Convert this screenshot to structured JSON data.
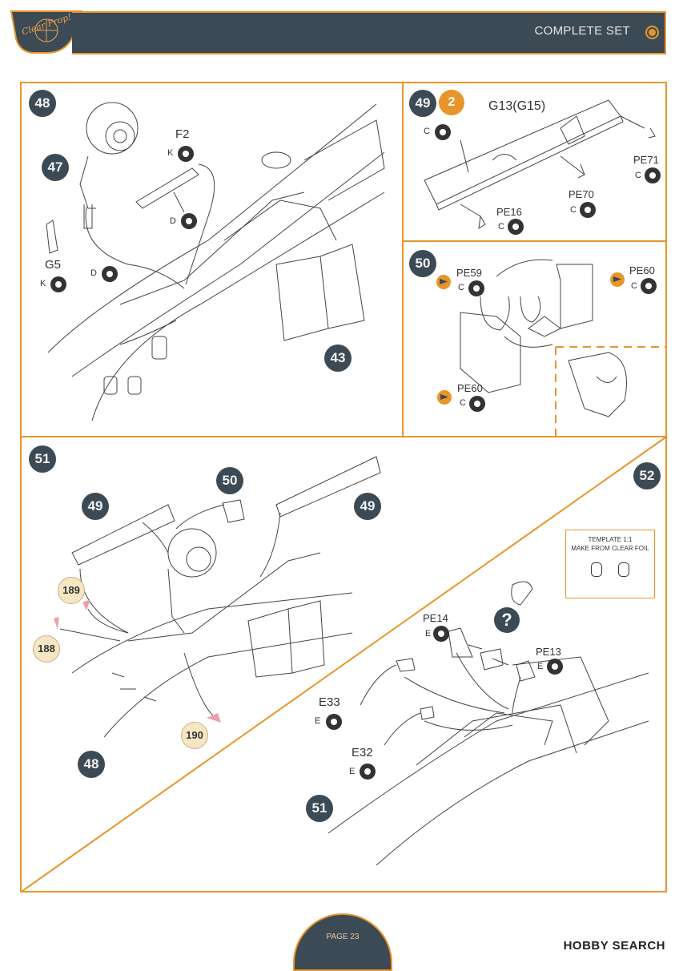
{
  "header": {
    "title": "COMPLETE SET",
    "logo": "Clear Prop!"
  },
  "steps": {
    "s48": "48",
    "s47": "47",
    "s43": "43",
    "s49": "49",
    "s50": "50",
    "s51": "51",
    "s52": "52",
    "p51_ref50": "50",
    "p51_ref49a": "49",
    "p51_ref49b": "49",
    "p51_ref48": "48",
    "p52_ref51": "51"
  },
  "panel48": {
    "f2": "F2",
    "f2_sprue": "K",
    "d_sprue": "D",
    "d2_sprue": "D",
    "g5": "G5",
    "g5_sprue": "K"
  },
  "panel49": {
    "badge": "2",
    "g13": "G13(G15)",
    "c_left": "C",
    "pe71": "PE71",
    "pe71_sprue": "C",
    "pe70": "PE70",
    "pe70_sprue": "C",
    "pe16": "PE16",
    "pe16_sprue": "C"
  },
  "panel50": {
    "pe59": "PE59",
    "pe59_sprue": "C",
    "pe60a": "PE60",
    "pe60a_sprue": "C",
    "pe60b": "PE60",
    "pe60b_sprue": "C"
  },
  "panel51": {
    "decal189": "189",
    "decal188": "188",
    "decal190": "190"
  },
  "panel52": {
    "template_line1": "TEMPLATE 1:1",
    "template_line2": "MAKE FROM CLEAR FOIL",
    "question": "?",
    "pe14": "PE14",
    "pe14_sprue": "E",
    "pe13": "PE13",
    "pe13_sprue": "E",
    "e33": "E33",
    "e33_sprue": "E",
    "e32": "E32",
    "e32_sprue": "E"
  },
  "footer": {
    "page": "PAGE 23",
    "watermark": "HOBBY SEARCH"
  },
  "colors": {
    "accent": "#e8952b",
    "dark": "#3c4a55"
  }
}
